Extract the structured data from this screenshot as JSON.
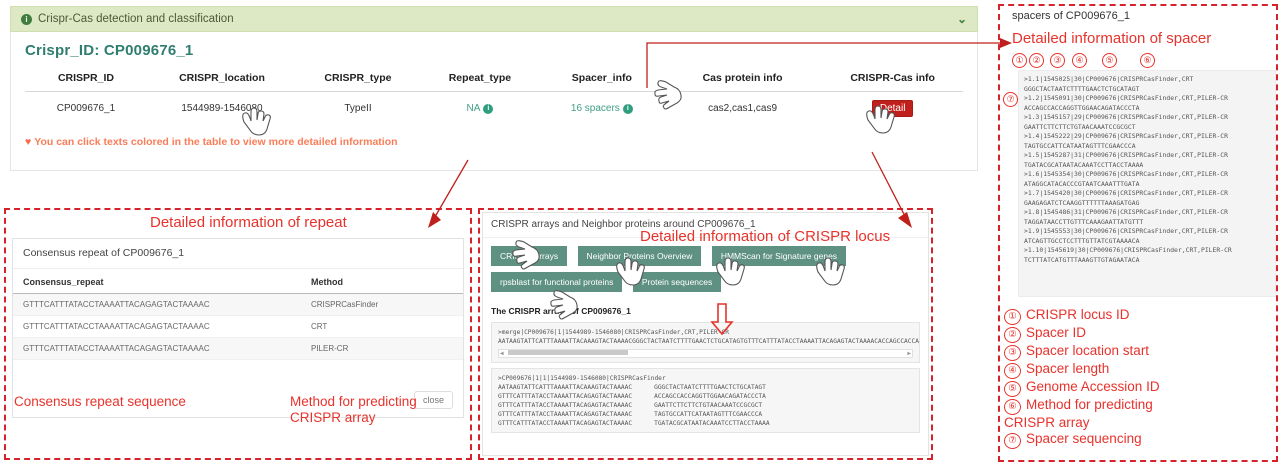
{
  "panel": {
    "header_title": "Crispr-Cas detection and classification",
    "info_icon": "info-icon",
    "caret": "⌄",
    "crispr_id_title": "Crispr_ID: CP009676_1",
    "click_note": "You can click texts colored in the table to view more detailed information",
    "heart": "♥"
  },
  "main_table": {
    "headers": [
      "CRISPR_ID",
      "CRISPR_location",
      "CRISPR_type",
      "Repeat_type",
      "Spacer_info",
      "Cas protein info",
      "CRISPR-Cas info"
    ],
    "row": {
      "crispr_id": "CP009676_1",
      "crispr_location": "1544989-1546080",
      "crispr_type": "TypeII",
      "repeat_type": "NA",
      "spacer_info": "16 spacers",
      "cas_protein_info": "cas2,cas1,cas9",
      "crispr_cas_info": "Detail"
    }
  },
  "repeat_panel": {
    "annotation_title": "Detailed information of repeat",
    "card_head": "Consensus repeat of CP009676_1",
    "headers": [
      "Consensus_repeat",
      "Method"
    ],
    "rows": [
      {
        "seq": "GTTTCATTTATACCTAAAATTACAGAGTACTAAAAC",
        "method": "CRISPRCasFinder"
      },
      {
        "seq": "GTTTCATTTATACCTAAAATTACAGAGTACTAAAAC",
        "method": "CRT"
      },
      {
        "seq": "GTTTCATTTATACCTAAAATTACAGAGTACTAAAAC",
        "method": "PILER-CR"
      }
    ],
    "close_label": "close",
    "note_left": "Consensus repeat sequence",
    "note_right_line1": "Method for predicting",
    "note_right_line2": "CRISPR array"
  },
  "locus_panel": {
    "annotation_title": "Detailed information of CRISPR locus",
    "card_head": "CRISPR arrays and Neighbor proteins around CP009676_1",
    "tabs": [
      "CRISPR arrays",
      "Neighbor Proteins Overview",
      "HMMScan for Signature genes",
      "rpsblast for functional proteins",
      "Protein sequences"
    ],
    "arrays_subtitle": "The CRISPR arrays of CP009676_1",
    "merge_header": ">merge|CP009676|1|1544989-1546080|CRISPRCasFinder,CRT,PILER-CR",
    "merge_seq": "AATAAGTATTCATTTAAAATTACAAAGTACTAAAACGGGCTACTAATCTTTTGAACTCTGCATAGTGTTTCATTTATACCTAAAATTACAGAGTACTAAAACACCAGCCACCAGGTTGGAACAGATACCCTAGT",
    "array_header": ">CP009676|1|1|1544989-1546080|CRISPRCasFinder",
    "array_rows": [
      {
        "repeat": "AATAAGTATTCATTTAAAATTACAAAGTACTAAAAC",
        "spacer": "GGGCTACTAATCTTTTGAACTCTGCATAGT"
      },
      {
        "repeat": "GTTTCATTTATACCTAAAATTACAGAGTACTAAAAC",
        "spacer": "ACCAGCCACCAGGTTGGAACAGATACCCTA"
      },
      {
        "repeat": "GTTTCATTTATACCTAAAATTACAGAGTACTAAAAC",
        "spacer": "GAATTCTTCTTCTGTAACAAATCCGCGCT"
      },
      {
        "repeat": "GTTTCATTTATACCTAAAATTACAGAGTACTAAAAC",
        "spacer": "TAGTGCCATTCATAATAGTTTCGAACCCA"
      },
      {
        "repeat": "GTTTCATTTATACCTAAAATTACAGAGTACTAAAAC",
        "spacer": "TGATACGCATAATACAAATCCTTACCTAAAA"
      }
    ]
  },
  "spacer_panel": {
    "card_head": "spacers of CP009676_1",
    "annotation_title": "Detailed information of spacer",
    "circled_markers": [
      "①",
      "②",
      "③",
      "④",
      "⑤",
      "⑥",
      "⑦"
    ],
    "fasta": ">1.1|1545025|30|CP009676|CRISPRCasFinder,CRT\nGGGCTACTAATCTTTTGAACTCTGCATAGT\n>1.2|1545091|30|CP009676|CRISPRCasFinder,CRT,PILER-CR\nACCAGCCACCAGGTTGGAACAGATACCCTA\n>1.3|1545157|29|CP009676|CRISPRCasFinder,CRT,PILER-CR\nGAATTCTTCTTCTGTAACAAATCCGCGCT\n>1.4|1545222|29|CP009676|CRISPRCasFinder,CRT,PILER-CR\nTAGTGCCATTCATAATAGTTTCGAACCCA\n>1.5|1545287|31|CP009676|CRISPRCasFinder,CRT,PILER-CR\nTGATACGCATAATACAAATCCTTACCTAAAA\n>1.6|1545354|30|CP009676|CRISPRCasFinder,CRT,PILER-CR\nATAGGCATACACCCGTAATCAAATTTGATA\n>1.7|1545420|30|CP009676|CRISPRCasFinder,CRT,PILER-CR\nGAAGAGATCTCAAGGTTTTTTAAAGATGAG\n>1.8|1545486|31|CP009676|CRISPRCasFinder,CRT,PILER-CR\nTAGGATAACCTTGTTTCAAAGAATTATGTTT\n>1.9|1545553|30|CP009676|CRISPRCasFinder,CRT,PILER-CR\nATCAGTTGCCTCCTTTGTTATCGTAAAACA\n>1.10|1545619|30|CP009676|CRISPRCasFinder,CRT,PILER-CR\nTCTTTATCATGTTTAAAGTTGTAGAATACA",
    "legend": [
      {
        "num": "①",
        "text": "CRISPR locus ID"
      },
      {
        "num": "②",
        "text": "Spacer ID"
      },
      {
        "num": "③",
        "text": "Spacer location start"
      },
      {
        "num": "④",
        "text": "Spacer length"
      },
      {
        "num": "⑤",
        "text": "Genome Accession ID"
      },
      {
        "num": "⑥",
        "text": "Method for predicting"
      }
    ],
    "legend_wrap_line": "CRISPR array",
    "legend_last": {
      "num": "⑦",
      "text": "Spacer sequencing"
    }
  },
  "colors": {
    "header_bg": "#dde9c4",
    "accent_green": "#2f7d6f",
    "link_green": "#3f9e86",
    "detail_red": "#c0201b",
    "annotation_red": "#e8322c",
    "tab_green": "#5f9183",
    "note_orange": "#fb7d58"
  }
}
